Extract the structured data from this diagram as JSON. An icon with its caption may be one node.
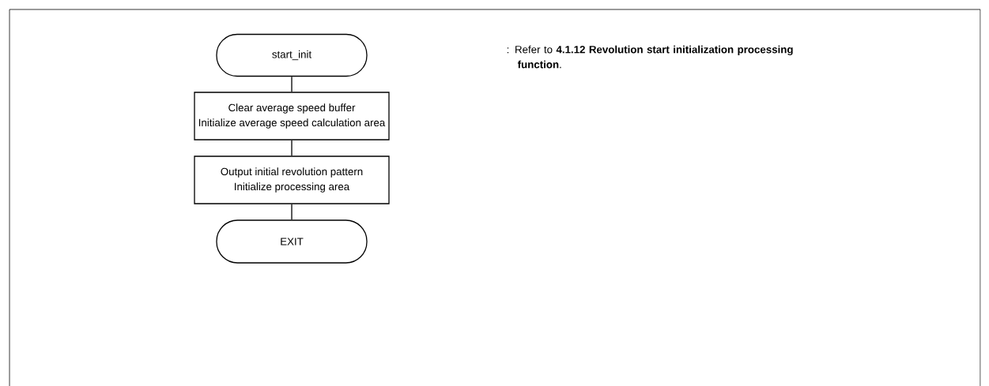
{
  "diagram": {
    "nodes": [
      {
        "text": [
          "start_init"
        ]
      },
      {
        "text": [
          "Clear average speed buffer",
          "Initialize average speed calculation area"
        ]
      },
      {
        "text": [
          "Output initial revolution pattern",
          "Initialize processing area"
        ]
      },
      {
        "text": [
          "EXIT"
        ]
      }
    ],
    "edges": [
      {
        "from": 0,
        "to": 1,
        "arrow": "none"
      },
      {
        "from": 1,
        "to": 2,
        "arrow": "none"
      },
      {
        "from": 2,
        "to": 3,
        "arrow": "none"
      }
    ],
    "labels": [
      ": Refer to **4.1.12 Revolution start initialization processing function**."
    ]
  }
}
